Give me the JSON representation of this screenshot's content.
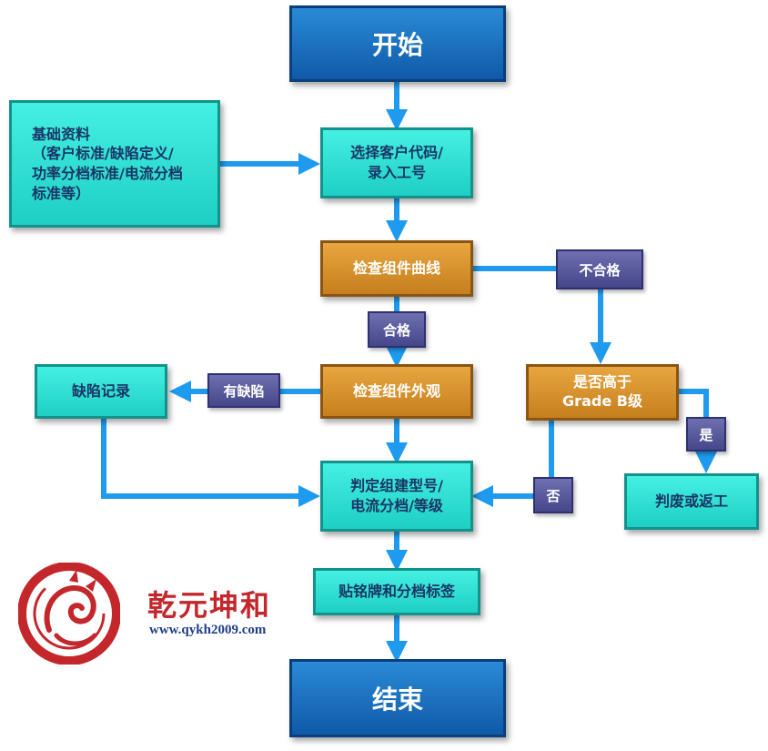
{
  "nodes": {
    "start": "开始",
    "basic_data": "基础资料\n（客户标准/缺陷定义/\n功率分档标准/电流分档\n标准等）",
    "select_customer": "选择客户代码/\n录入工号",
    "check_curve": "检查组件曲线",
    "check_appearance": "检查组件外观",
    "defect_record": "缺陷记录",
    "grade_check": "是否高于\nGrade B级",
    "judge_model": "判定组建型号/\n电流分档/等级",
    "scrap_rework": "判废或返工",
    "label_nameplate": "贴铭牌和分档标签",
    "end": "结束"
  },
  "labels": {
    "pass": "合格",
    "fail": "不合格",
    "has_defect": "有缺陷",
    "yes": "是",
    "no": "否"
  },
  "brand": {
    "name": "乾元坤和",
    "url": "www.qykh2009.com"
  },
  "colors": {
    "arrow": "#1e9bef",
    "terminal": "#1a6fc1",
    "process": "#33e3d6",
    "decision": "#d38f2b",
    "label": "#5a5c9e",
    "brand": "#c3272b"
  }
}
